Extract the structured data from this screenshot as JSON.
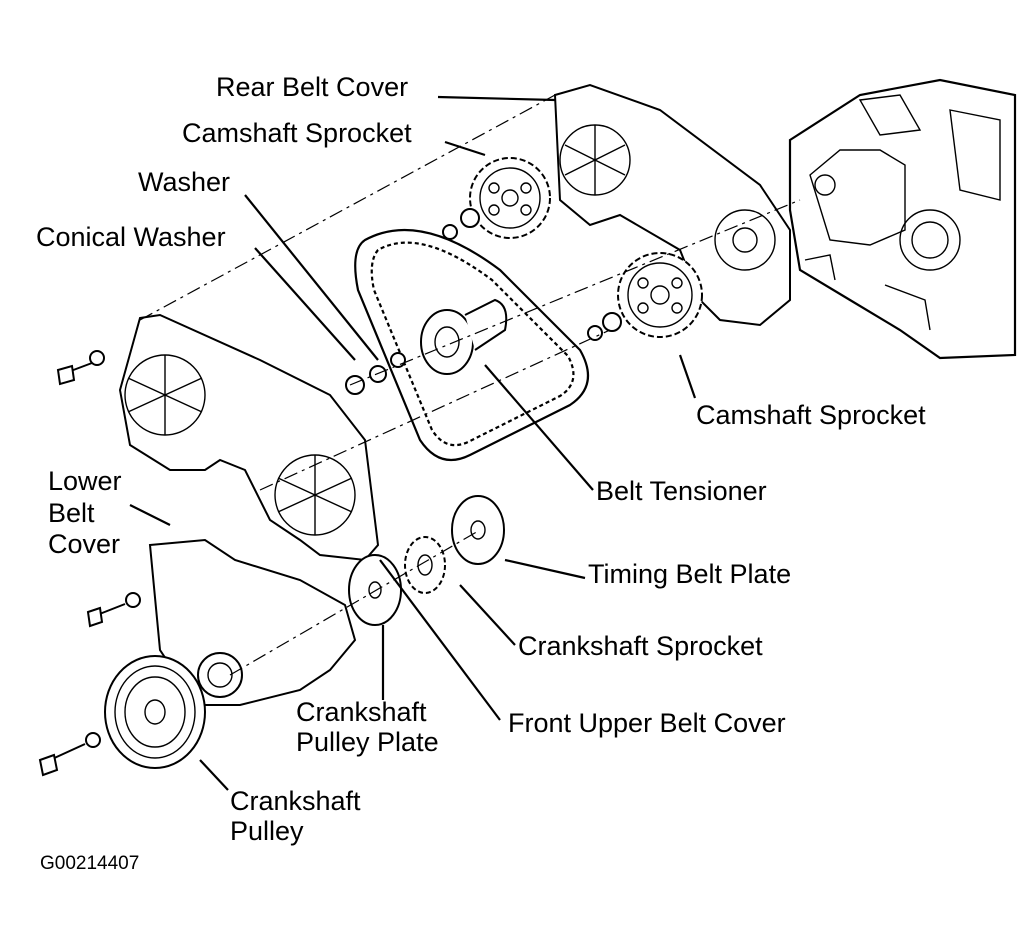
{
  "diagram_title": "",
  "labels": {
    "rear_belt_cover": "Rear Belt Cover",
    "camshaft_sprocket_top": "Camshaft Sprocket",
    "washer": "Washer",
    "conical_washer": "Conical Washer",
    "camshaft_sprocket_right": "Camshaft Sprocket",
    "belt_tensioner": "Belt Tensioner",
    "lower_belt_cover_line1": "Lower",
    "lower_belt_cover_line2": "Belt",
    "lower_belt_cover_line3": "Cover",
    "timing_belt_plate": "Timing Belt Plate",
    "crankshaft_sprocket": "Crankshaft Sprocket",
    "crankshaft_pulley_plate_line1": "Crankshaft",
    "crankshaft_pulley_plate_line2": "Pulley Plate",
    "front_upper_belt_cover": "Front Upper Belt Cover",
    "crankshaft_pulley_line1": "Crankshaft",
    "crankshaft_pulley_line2": "Pulley"
  },
  "figure_code": "G00214407"
}
